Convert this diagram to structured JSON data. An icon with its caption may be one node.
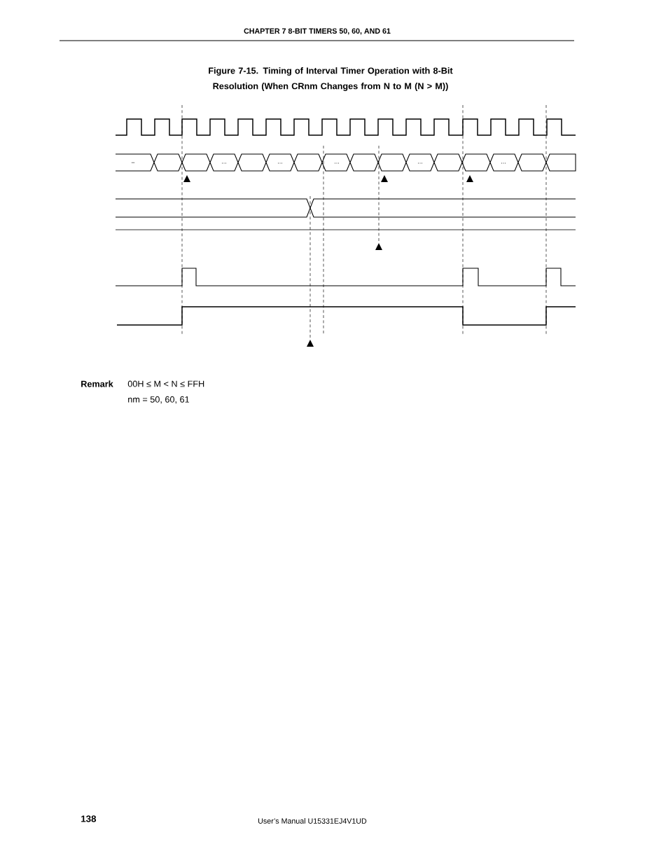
{
  "diagram": {
    "title": "Figure 7-15.  Timing of Interval Timer Operation with 8-Bit Resolution (When CRnm Changes from N to M (N > M))",
    "labels": [
      "CHAPTER 7  8-BIT TIMERS 50, 60, AND 61",
      "–",
      "…",
      "…",
      "…",
      "…",
      "…",
      "Remark",
      "00H ≤ M < N ≤ FFH",
      "nm = 50, 60, 61",
      "138",
      "User’s Manual  U15331EJ4V1UD"
    ]
  }
}
